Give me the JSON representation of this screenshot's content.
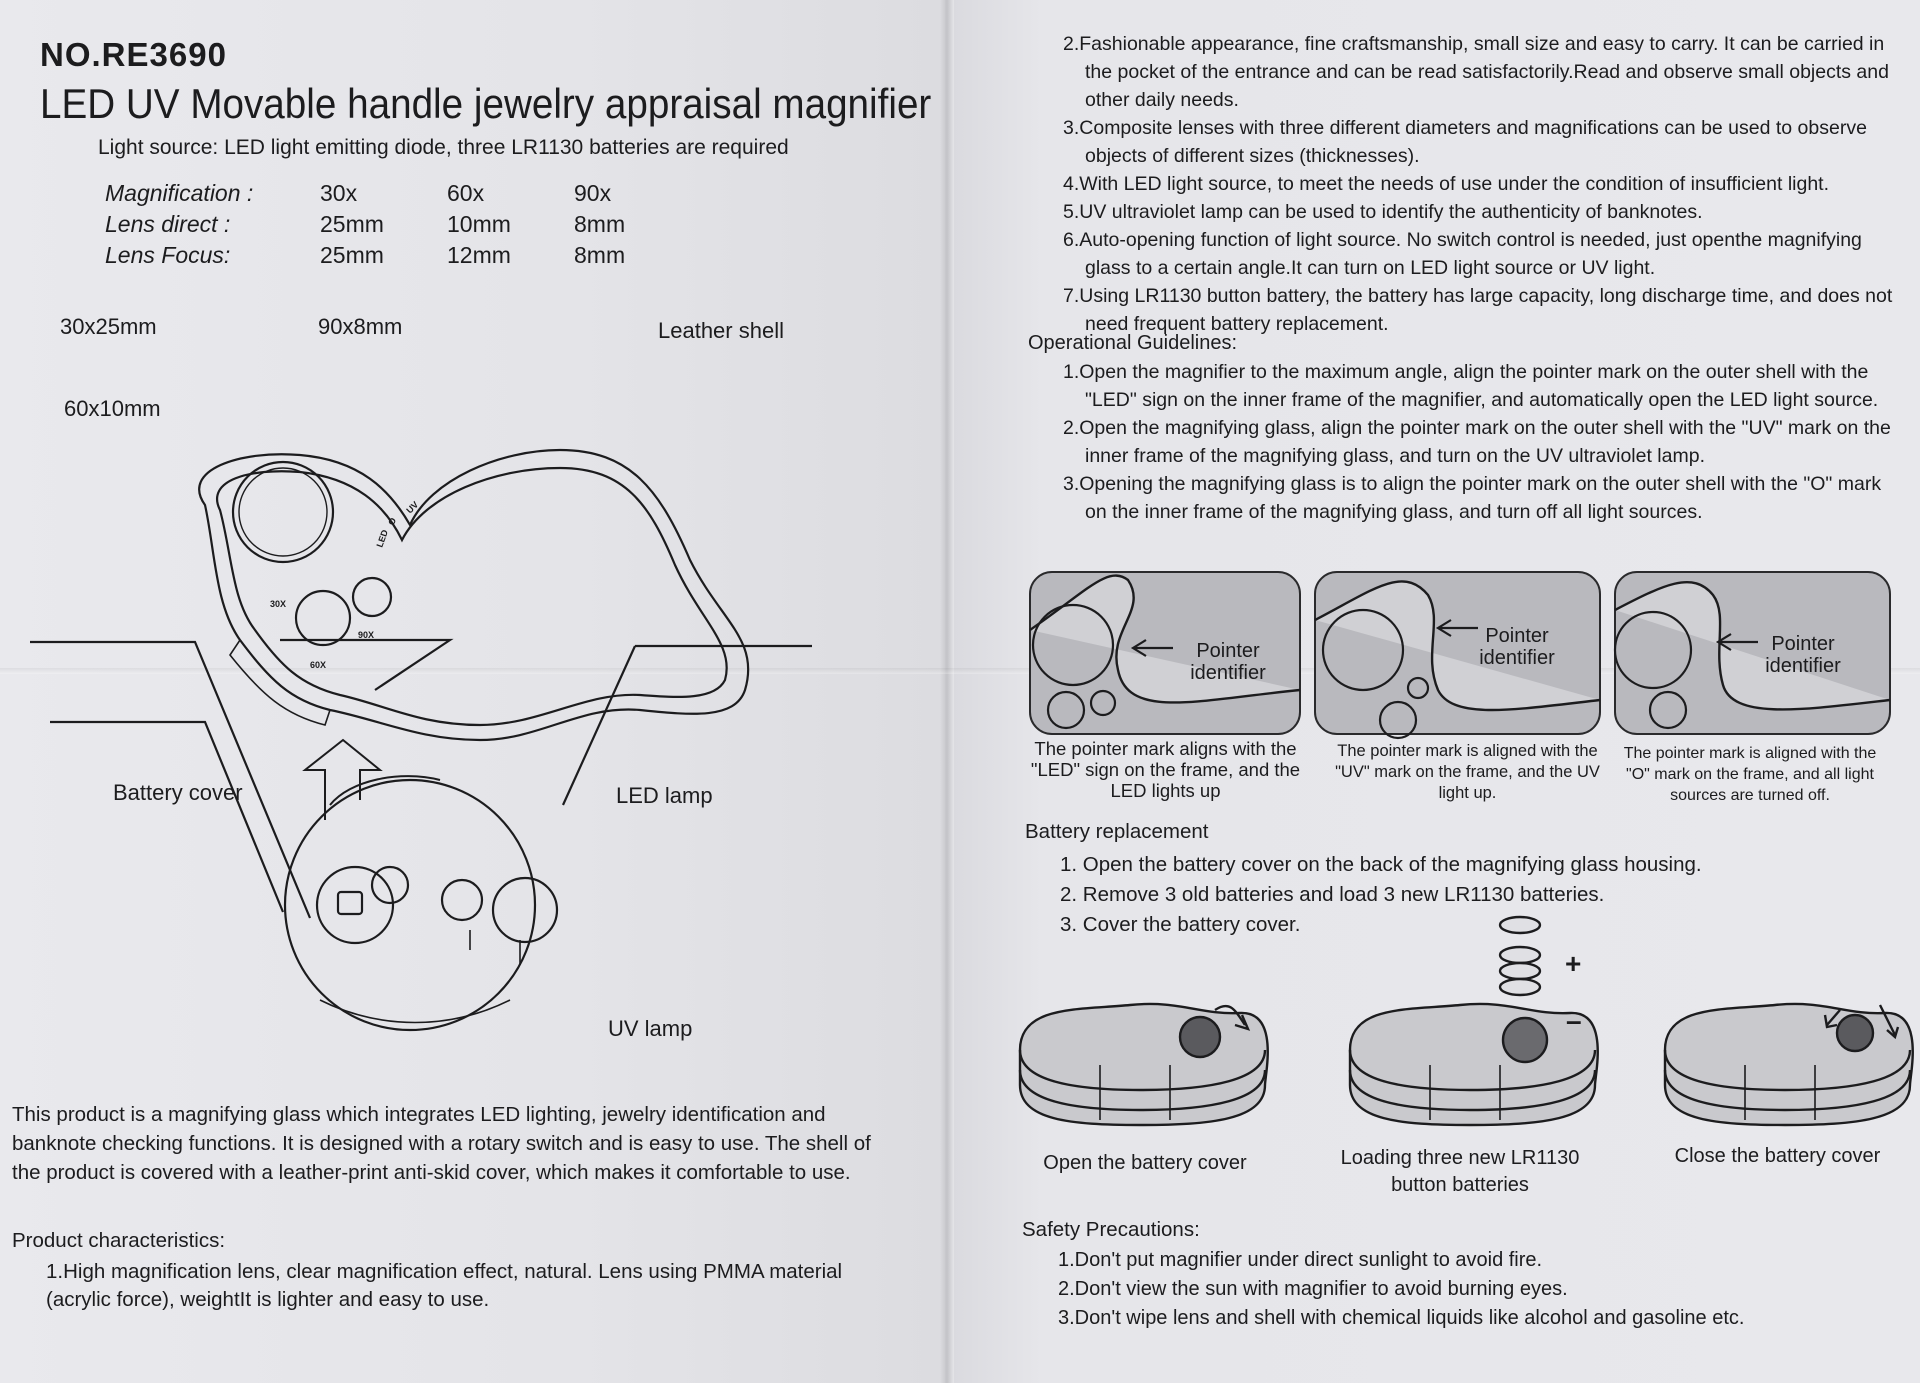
{
  "header": {
    "model": "NO.RE3690",
    "title": "LED UV Movable handle jewelry appraisal magnifier",
    "light_source": "Light source: LED light emitting diode, three LR1130 batteries are required"
  },
  "specs": {
    "rows": [
      {
        "label": "Magnification :",
        "values": [
          "30x",
          "60x",
          "90x"
        ]
      },
      {
        "label": "Lens direct :",
        "values": [
          "25mm",
          "10mm",
          "8mm"
        ]
      },
      {
        "label": "Lens Focus:",
        "values": [
          "25mm",
          "12mm",
          "8mm"
        ]
      }
    ]
  },
  "diagram": {
    "labels": {
      "lens_30": "30x25mm",
      "lens_90": "90x8mm",
      "lens_60": "60x10mm",
      "shell": "Leather shell",
      "battery_cover": "Battery cover",
      "led_lamp": "LED lamp",
      "uv_lamp": "UV lamp"
    },
    "marks": {
      "led": "LED",
      "o": "O",
      "uv": "UV",
      "x30": "30X",
      "x60": "60X",
      "x90": "90X"
    }
  },
  "description": {
    "text": "This product is a magnifying glass which integrates LED lighting, jewelry identification and banknote checking functions. It is designed with a rotary switch and is easy to use. The shell of the product is covered with a leather-print anti-skid cover, which makes it comfortable to use."
  },
  "characteristics": {
    "heading": "Product characteristics:",
    "items": [
      "1.High magnification lens, clear magnification effect, natural. Lens using PMMA material (acrylic force), weightIt is lighter and easy to use.",
      "2.Fashionable appearance, fine craftsmanship, small size and easy to carry. It can be carried in the pocket of the entrance and can be read satisfactorily.Read and observe small objects and other daily needs.",
      "3.Composite lenses with three different diameters and magnifications can be used to observe objects of different sizes (thicknesses).",
      "4.With LED light source, to meet the needs of use under the condition of insufficient light.",
      "5.UV ultraviolet lamp can be used to identify the authenticity of banknotes.",
      "6.Auto-opening function of light source. No switch control is needed, just openthe magnifying glass to a certain angle.It can turn on LED light source or UV light.",
      "7.Using LR1130 button battery, the battery has large capacity, long discharge time, and does not need frequent battery replacement."
    ]
  },
  "operation": {
    "heading": "Operational Guidelines:",
    "items": [
      "1.Open the magnifier to the maximum angle, align the pointer mark on the outer shell with the \"LED\" sign on the inner frame of the magnifier, and automatically open the LED light source.",
      "2.Open the magnifying glass, align the pointer mark on the outer shell with the \"UV\" mark on the inner frame of the magnifying glass, and turn on the UV ultraviolet lamp.",
      "3.Opening the magnifying glass is to align the pointer mark on the outer shell  with the \"O\" mark on the inner frame of the magnifying glass, and turn off all light sources."
    ],
    "pointer_label": "Pointer identifier",
    "captions": [
      "The pointer mark aligns with the \"LED\" sign on the frame, and the LED lights up",
      "The pointer mark is aligned with the \"UV\" mark on the frame, and the UV light up.",
      "The pointer mark is aligned with the \"O\" mark on the frame, and all light sources are turned off."
    ]
  },
  "battery": {
    "heading": "Battery replacement",
    "steps": [
      "1. Open the battery cover on the back of the magnifying glass housing.",
      "2. Remove 3 old batteries and load 3 new LR1130 batteries.",
      "3. Cover the battery cover."
    ],
    "captions": [
      "Open the battery cover",
      "Loading three new LR1130 button batteries",
      "Close the battery cover"
    ],
    "plus": "+",
    "minus": "–"
  },
  "safety": {
    "heading": "Safety Precautions:",
    "items": [
      "1.Don't put magnifier under direct sunlight to avoid fire.",
      "2.Don't view the sun with magnifier to avoid burning eyes.",
      "3.Don't wipe lens and shell with chemical liquids like alcohol and gasoline etc."
    ]
  }
}
